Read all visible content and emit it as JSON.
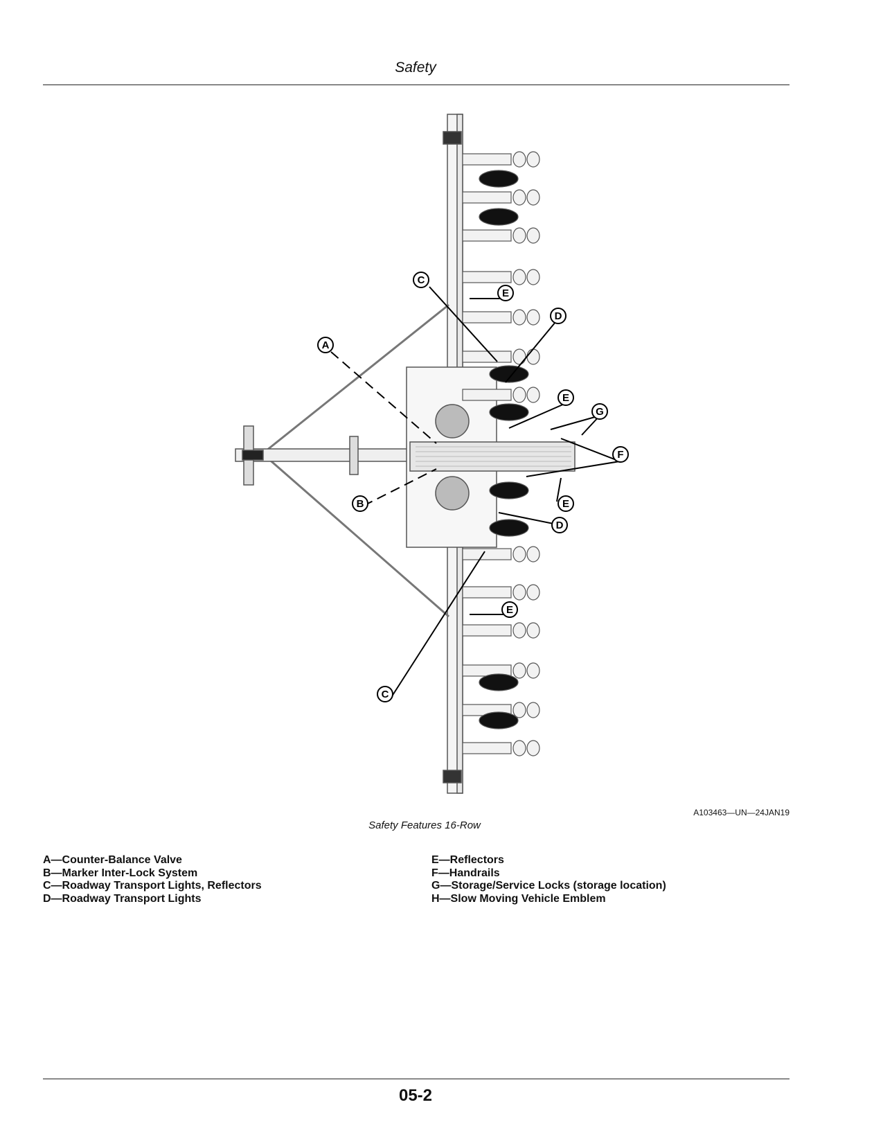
{
  "header": {
    "title": "Safety"
  },
  "figure": {
    "id": "A103463—UN—24JAN19",
    "caption": "Safety Features 16-Row",
    "callouts": [
      "A",
      "B",
      "C",
      "D",
      "E",
      "F",
      "G"
    ]
  },
  "legend": {
    "left": [
      "A—Counter-Balance Valve",
      "B—Marker Inter-Lock System",
      "C—Roadway Transport Lights, Reflectors",
      "D—Roadway Transport Lights"
    ],
    "right": [
      "E—Reflectors",
      "F—Handrails",
      "G—Storage/Service Locks (storage location)",
      "H—Slow Moving Vehicle Emblem"
    ]
  },
  "footer": {
    "page_number": "05-2"
  }
}
